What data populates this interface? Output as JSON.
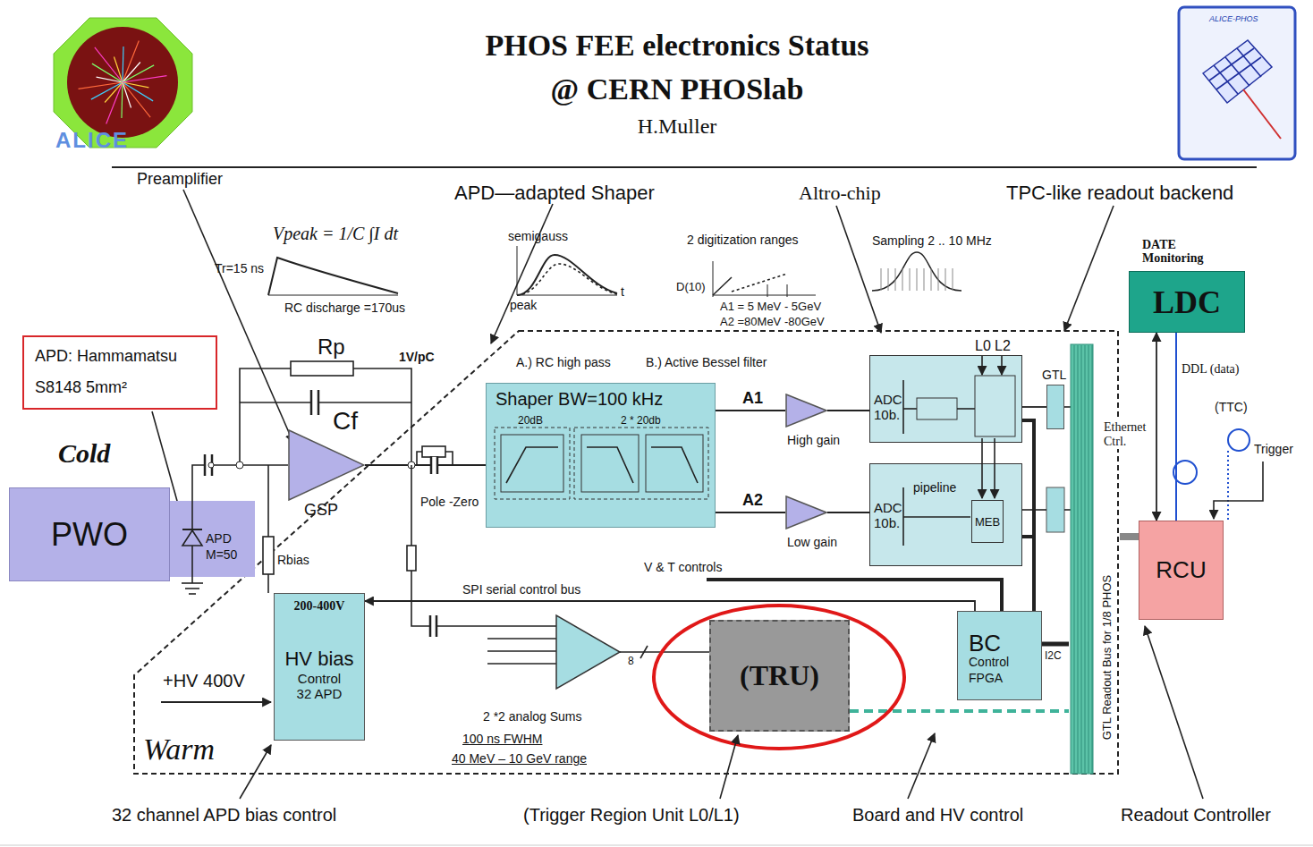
{
  "diagram": {
    "title": "PHOS FEE electronics Status @ CERN PHOSlab",
    "nodes": [
      {
        "text": [
          "APD: Hammamatsu S8148 5mm²"
        ]
      },
      {
        "text": [
          "PWO"
        ]
      },
      {
        "text": [
          "APD",
          "M=50"
        ]
      },
      {
        "text": [
          "GSP"
        ]
      },
      {
        "text": [
          "Shaper BW=100 kHz",
          "20dB",
          "2 * 20db"
        ]
      },
      {
        "text": [
          "High gain"
        ]
      },
      {
        "text": [
          "Low gain"
        ]
      },
      {
        "text": [
          "ADC 10b."
        ]
      },
      {
        "text": [
          "ADC 10b.",
          "pipeline"
        ]
      },
      {
        "text": [
          "MEB"
        ],
        "in": 8
      },
      {
        "text": [
          "GTL"
        ]
      },
      {
        "text": [
          "200-400V",
          "HV bias",
          "Control 32 APD"
        ]
      },
      {
        "text": [
          "(TRU)"
        ]
      },
      {
        "text": [
          "BC",
          "Control FPGA"
        ]
      },
      {
        "text": [
          "GTL Readout Bus for 1/8 PHOS"
        ]
      },
      {
        "text": [
          "DATE Monitoring",
          "LDC"
        ]
      },
      {
        "text": [
          "RCU"
        ]
      }
    ],
    "edges": [
      {
        "from": 3,
        "to": 4,
        "arrow": "none"
      },
      {
        "from": 4,
        "to": 5,
        "label": "A1",
        "arrow": "none"
      },
      {
        "from": 5,
        "to": 7,
        "arrow": "none"
      },
      {
        "from": 4,
        "to": 6,
        "label": "A2",
        "arrow": "none"
      },
      {
        "from": 6,
        "to": 8,
        "arrow": "none"
      },
      {
        "from": 7,
        "to": 10,
        "arrow": "none"
      },
      {
        "from": 13,
        "to": 11,
        "label": "SPI serial control bus",
        "arrow": "to"
      },
      {
        "from": 15,
        "to": 16,
        "label": "Ethernet Ctrl.",
        "arrow": "both"
      },
      {
        "from": 12,
        "to": 14,
        "arrow": "none"
      },
      {
        "from": 13,
        "to": 14,
        "label": "I2C",
        "arrow": "none"
      },
      {
        "from": 14,
        "to": 16,
        "arrow": "none"
      }
    ],
    "labels": [
      "H.Muller",
      "ALICE",
      "ALICE-PHOS",
      "Preamplifier",
      "APD—adapted Shaper",
      "Altro-chip",
      "TPC-like readout backend",
      "Vpeak = 1/C ∫I dt",
      "Tr=15 ns",
      "RC discharge =170us",
      "semigauss",
      "peak",
      "t",
      "2 digitization ranges",
      "D(10)",
      "A1 = 5 MeV - 5GeV",
      "A2 =80MeV -80GeV",
      "Sampling 2 .. 10 MHz",
      "Rp",
      "Cf",
      "1V/pC",
      "Cold",
      "A.) RC high pass",
      "B.) Active Bessel filter",
      "Pole -Zero",
      "Rbias",
      "L0",
      "L2",
      "DDL (data)",
      "(TTC)",
      "Trigger",
      "+HV 400V",
      "V & T controls",
      "2 *2 analog Sums",
      "100 ns FWHM",
      "40 MeV – 10 GeV range",
      "8",
      "Warm",
      "32 channel APD bias control",
      "(Trigger Region Unit L0/L1)",
      "Board and HV control",
      "Readout Controller"
    ]
  }
}
